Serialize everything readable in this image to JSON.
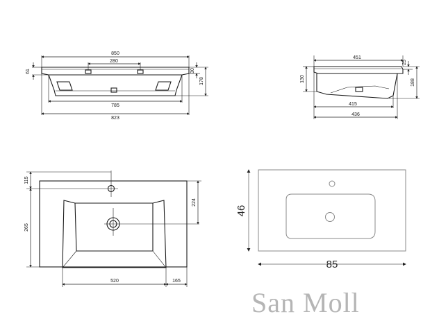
{
  "front_view": {
    "overall_width": "850",
    "tap_spacing": "280",
    "rim_height": "61",
    "top_depth": "30",
    "total_height": "178",
    "inner_width": "785",
    "base_width": "823"
  },
  "side_view": {
    "depth": "451",
    "rim": "25",
    "front_height": "130",
    "total_height": "188",
    "inner_depth": "415",
    "base_depth": "436"
  },
  "top_view": {
    "tap_offset": "115",
    "drain_offset": "224",
    "depth": "265",
    "basin_width": "520",
    "side_margin": "165"
  },
  "outline_view": {
    "depth_cm": "46",
    "width_cm": "85"
  },
  "brand": {
    "name": "San Moll"
  }
}
